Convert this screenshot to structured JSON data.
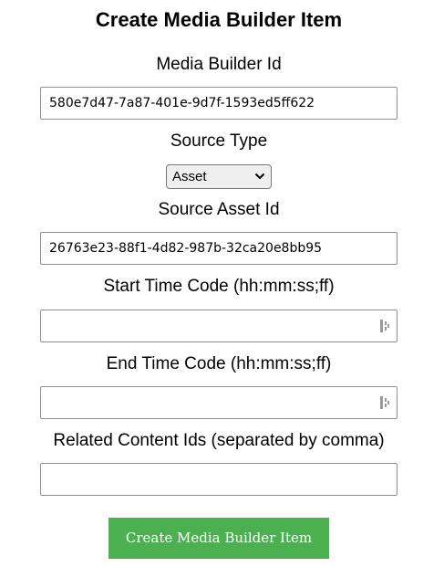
{
  "form": {
    "title": "Create Media Builder Item",
    "media_builder_id": {
      "label": "Media Builder Id",
      "value": "580e7d47-7a87-401e-9d7f-1593ed5ff622"
    },
    "source_type": {
      "label": "Source Type",
      "selected": "Asset"
    },
    "source_asset_id": {
      "label": "Source Asset Id",
      "value": "26763e23-88f1-4d82-987b-32ca20e8bb95"
    },
    "start_time_code": {
      "label": "Start Time Code (hh:mm:ss;ff)",
      "value": ""
    },
    "end_time_code": {
      "label": "End Time Code (hh:mm:ss;ff)",
      "value": ""
    },
    "related_content_ids": {
      "label": "Related Content Ids (separated by comma)",
      "value": ""
    },
    "submit_label": "Create Media Builder Item"
  },
  "icons": {
    "time_code_field": "timecode-picker-icon",
    "select_arrow": "chevron-down-icon"
  },
  "colors": {
    "submit_background": "#4caf50",
    "submit_text": "#ffffff",
    "input_border": "#8f8f8f"
  }
}
